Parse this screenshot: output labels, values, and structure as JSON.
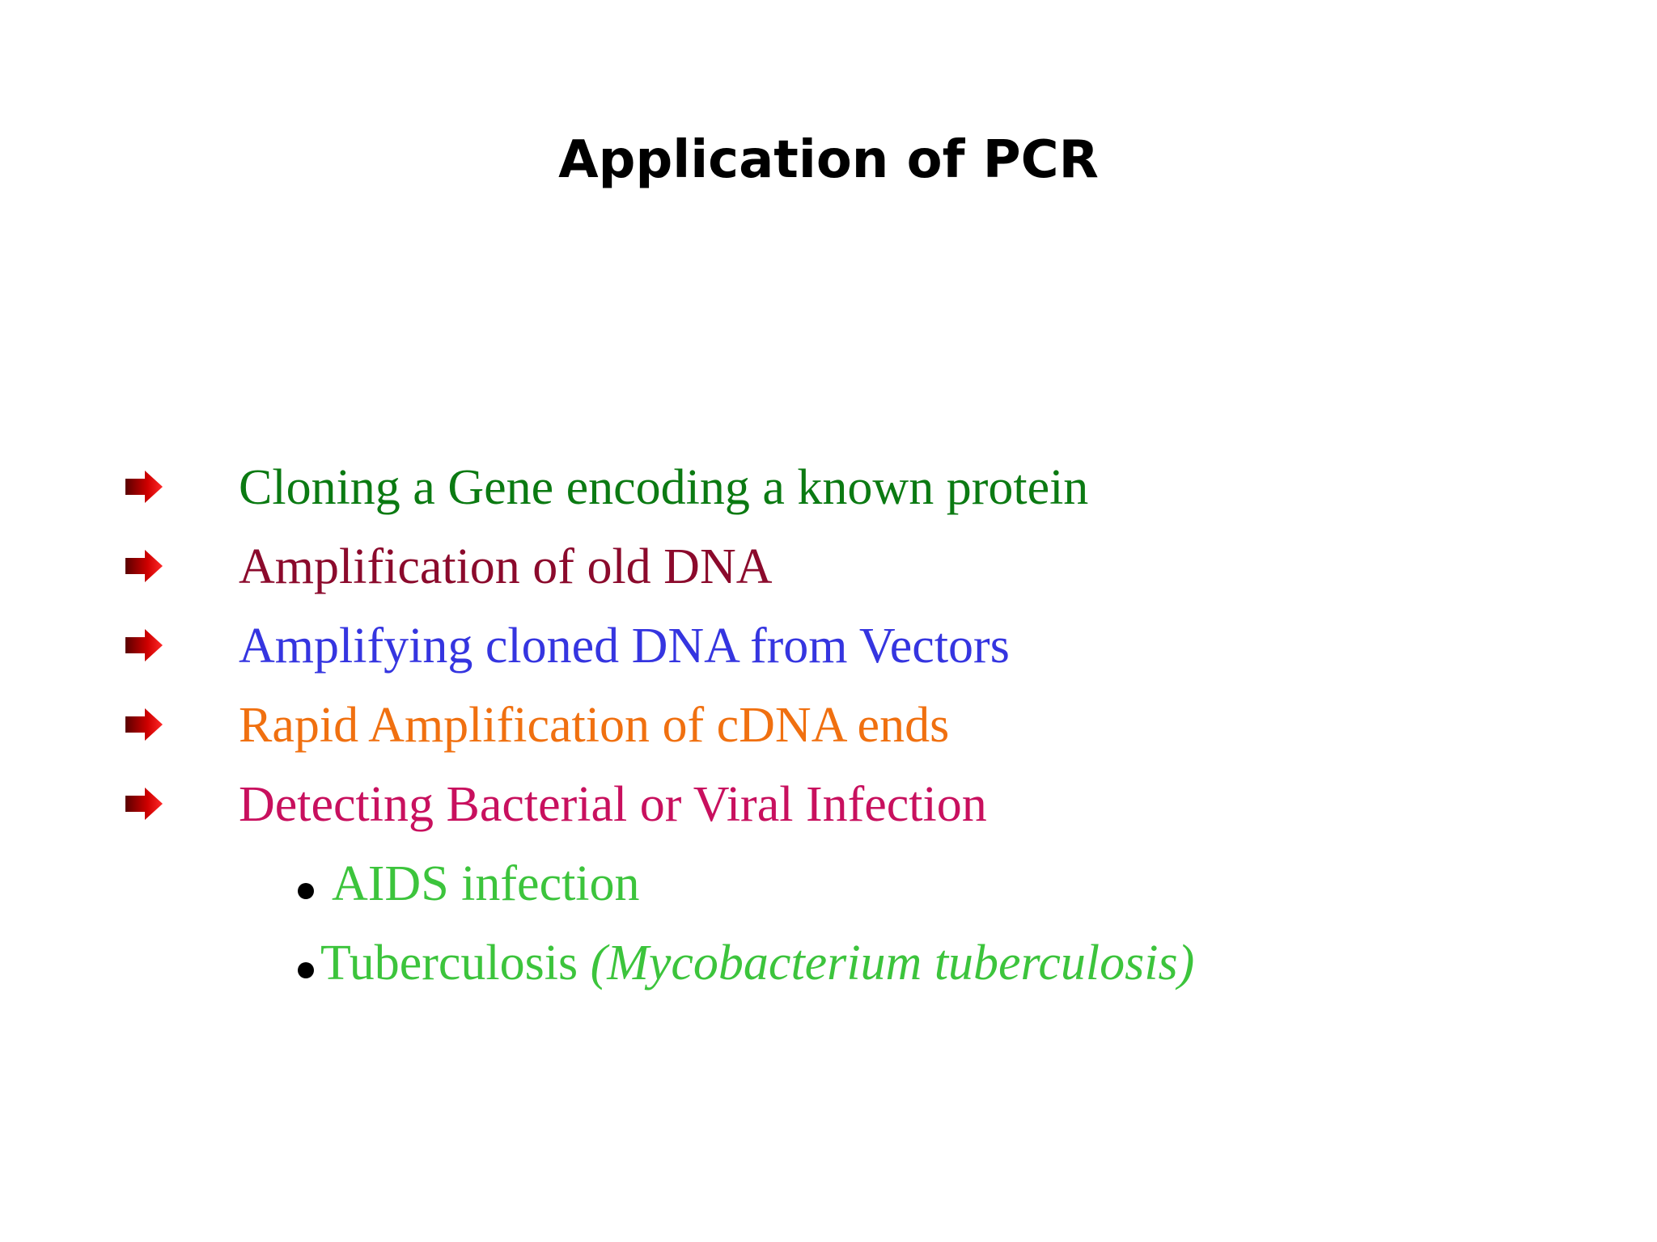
{
  "slide": {
    "title": "Application of PCR",
    "items": [
      {
        "text": "Cloning a Gene encoding a known protein",
        "color": "#0b7a12",
        "icon": "red-arrow-icon"
      },
      {
        "text": "Amplification of old DNA",
        "color": "#8b0a2c",
        "icon": "red-arrow-icon"
      },
      {
        "text": "Amplifying cloned DNA from Vectors",
        "color": "#3535e0",
        "icon": "red-arrow-icon"
      },
      {
        "text": "Rapid Amplification of cDNA ends",
        "color": "#f07010",
        "icon": "red-arrow-icon"
      },
      {
        "text": "Detecting Bacterial or Viral Infection",
        "color": "#c8105e",
        "icon": "red-arrow-icon"
      }
    ],
    "subitems": [
      {
        "text": "AIDS infection",
        "color": "#3cc43c",
        "icon": "bullet-dot-icon"
      },
      {
        "text": "Tuberculosis ",
        "italic_text": "(Mycobacterium tuberculosis)",
        "color": "#3cc43c",
        "icon": "bullet-dot-icon"
      }
    ]
  }
}
